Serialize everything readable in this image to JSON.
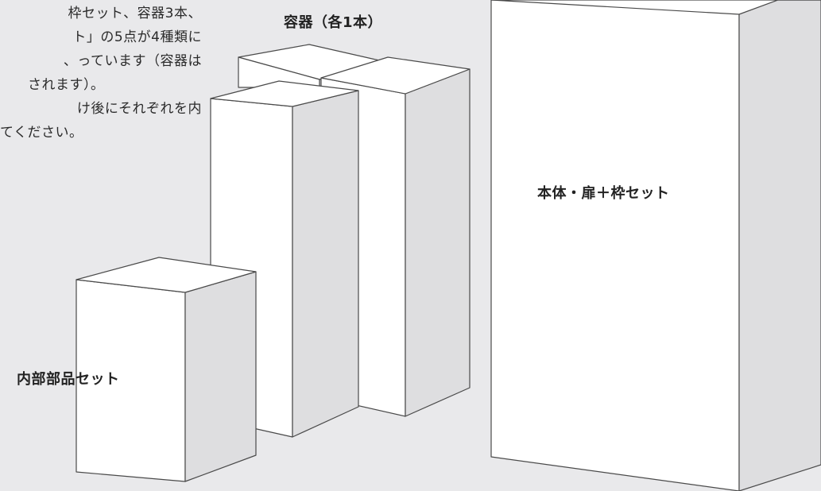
{
  "description": {
    "lines": [
      "枠セット、容器3本、",
      "ト」の5点が4種類に",
      "、っています（容器は",
      "されます）。",
      "け後にそれぞれを内",
      "てください。"
    ]
  },
  "labels": {
    "containers": "容器（各1本）",
    "body_door_frame": "本体・扉＋枠セット",
    "internal_parts": "内部部品セット"
  },
  "colors": {
    "background": "#e9e9eb",
    "box_face": "#ffffff",
    "box_side": "#dedee0",
    "outline": "#4a4a4a"
  }
}
